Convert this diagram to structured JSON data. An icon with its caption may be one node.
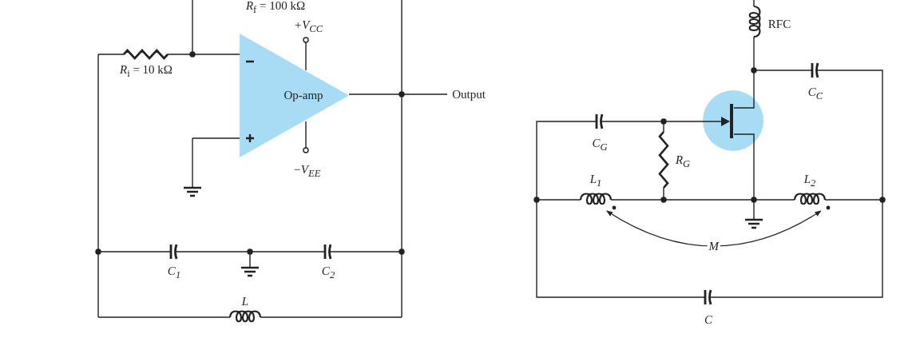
{
  "diagram": {
    "nodes": [
      {
        "text": [
          "Op-amp"
        ]
      },
      {
        "text": [
          "L$_{1}$"
        ]
      },
      {
        "text": [
          "L$_{2}$"
        ]
      }
    ],
    "edges": [
      {
        "from": 1,
        "to": 2,
        "arrow": "none"
      },
      {
        "from": 1,
        "to": 2,
        "arrow": "both",
        "label": "M"
      }
    ],
    "labels": [
      "*R*$_{f}$ = 100 kΩ",
      "+V$_{CC}$",
      "RFC",
      "*R*$_{i}$ = 10 kΩ",
      "C$_{C}$",
      "Output",
      "C$_{G}$",
      "−V$_{EE}$",
      "R$_{G}$",
      "C$_{1}$",
      "C$_{2}$",
      "L",
      "C"
    ]
  }
}
